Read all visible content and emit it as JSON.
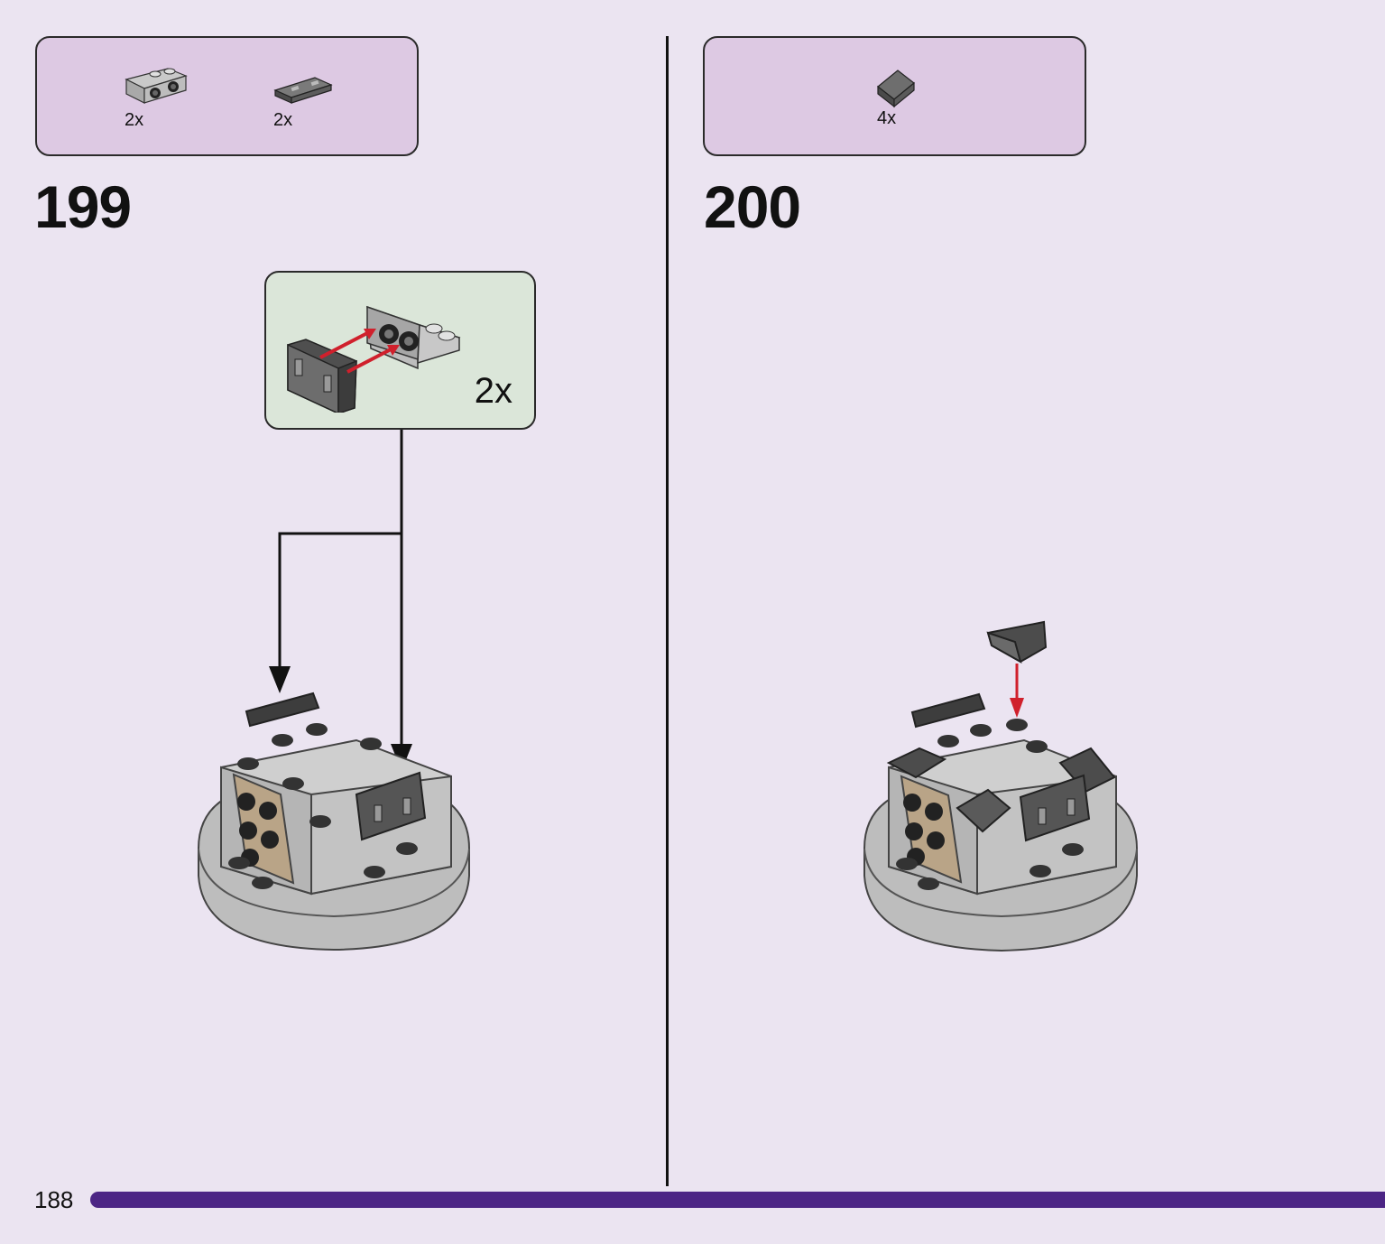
{
  "page": {
    "number": "188"
  },
  "steps": [
    {
      "number": "199",
      "parts": [
        {
          "icon": "bracket-plate-icon",
          "count": "2x"
        },
        {
          "icon": "tile-plate-icon",
          "count": "2x"
        }
      ],
      "sub_assembly": {
        "count": "2x"
      }
    },
    {
      "number": "200",
      "parts": [
        {
          "icon": "slope-brick-icon",
          "count": "4x"
        }
      ]
    }
  ],
  "colors": {
    "background": "#ebe4f1",
    "parts_box": "#ddc9e3",
    "sub_assembly_box": "#dbe6d9",
    "progress_bar": "#4c2585",
    "arrow_red": "#d0202c"
  }
}
